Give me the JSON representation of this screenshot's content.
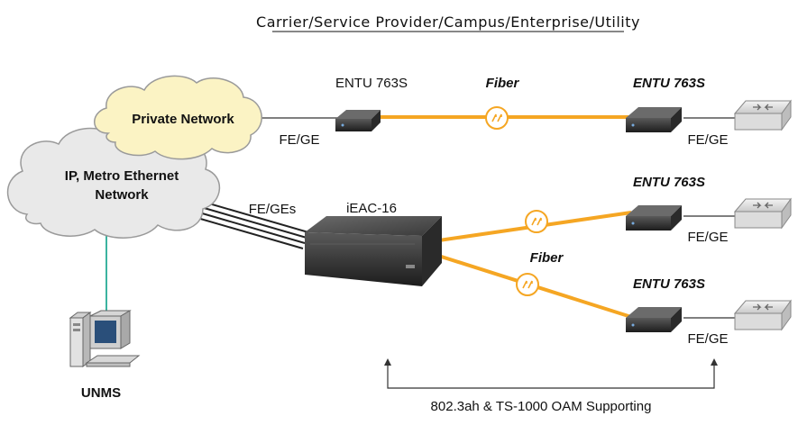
{
  "title": "Carrier/Service Provider/Campus/Enterprise/Utility",
  "clouds": {
    "private": "Private Network",
    "ip_line1": "IP, Metro Ethernet",
    "ip_line2": "Network"
  },
  "devices": {
    "entu_top_left": "ENTU 763S",
    "entu_top_right": "ENTU 763S",
    "entu_mid_right": "ENTU 763S",
    "entu_bottom_right": "ENTU 763S",
    "ieac": "iEAC-16",
    "unms": "UNMS"
  },
  "links": {
    "fiber_top": "Fiber",
    "fiber_mid": "Fiber",
    "fe_ge_top_left": "FE/GE",
    "fe_ge_top_right": "FE/GE",
    "fe_ge_mid_right": "FE/GE",
    "fe_ge_bottom_right": "FE/GE",
    "fe_ges": "FE/GEs"
  },
  "footer": "802.3ah & TS-1000 OAM Supporting",
  "colors": {
    "fiber": "#f5a623",
    "cloud_private": "#fbf3c4",
    "cloud_ip": "#e9e9e9",
    "management_link": "#3bb3a0"
  },
  "icons": [
    "cloud-icon",
    "media-converter-icon",
    "switch-icon",
    "fiber-optic-icon",
    "chassis-icon",
    "workstation-icon"
  ]
}
